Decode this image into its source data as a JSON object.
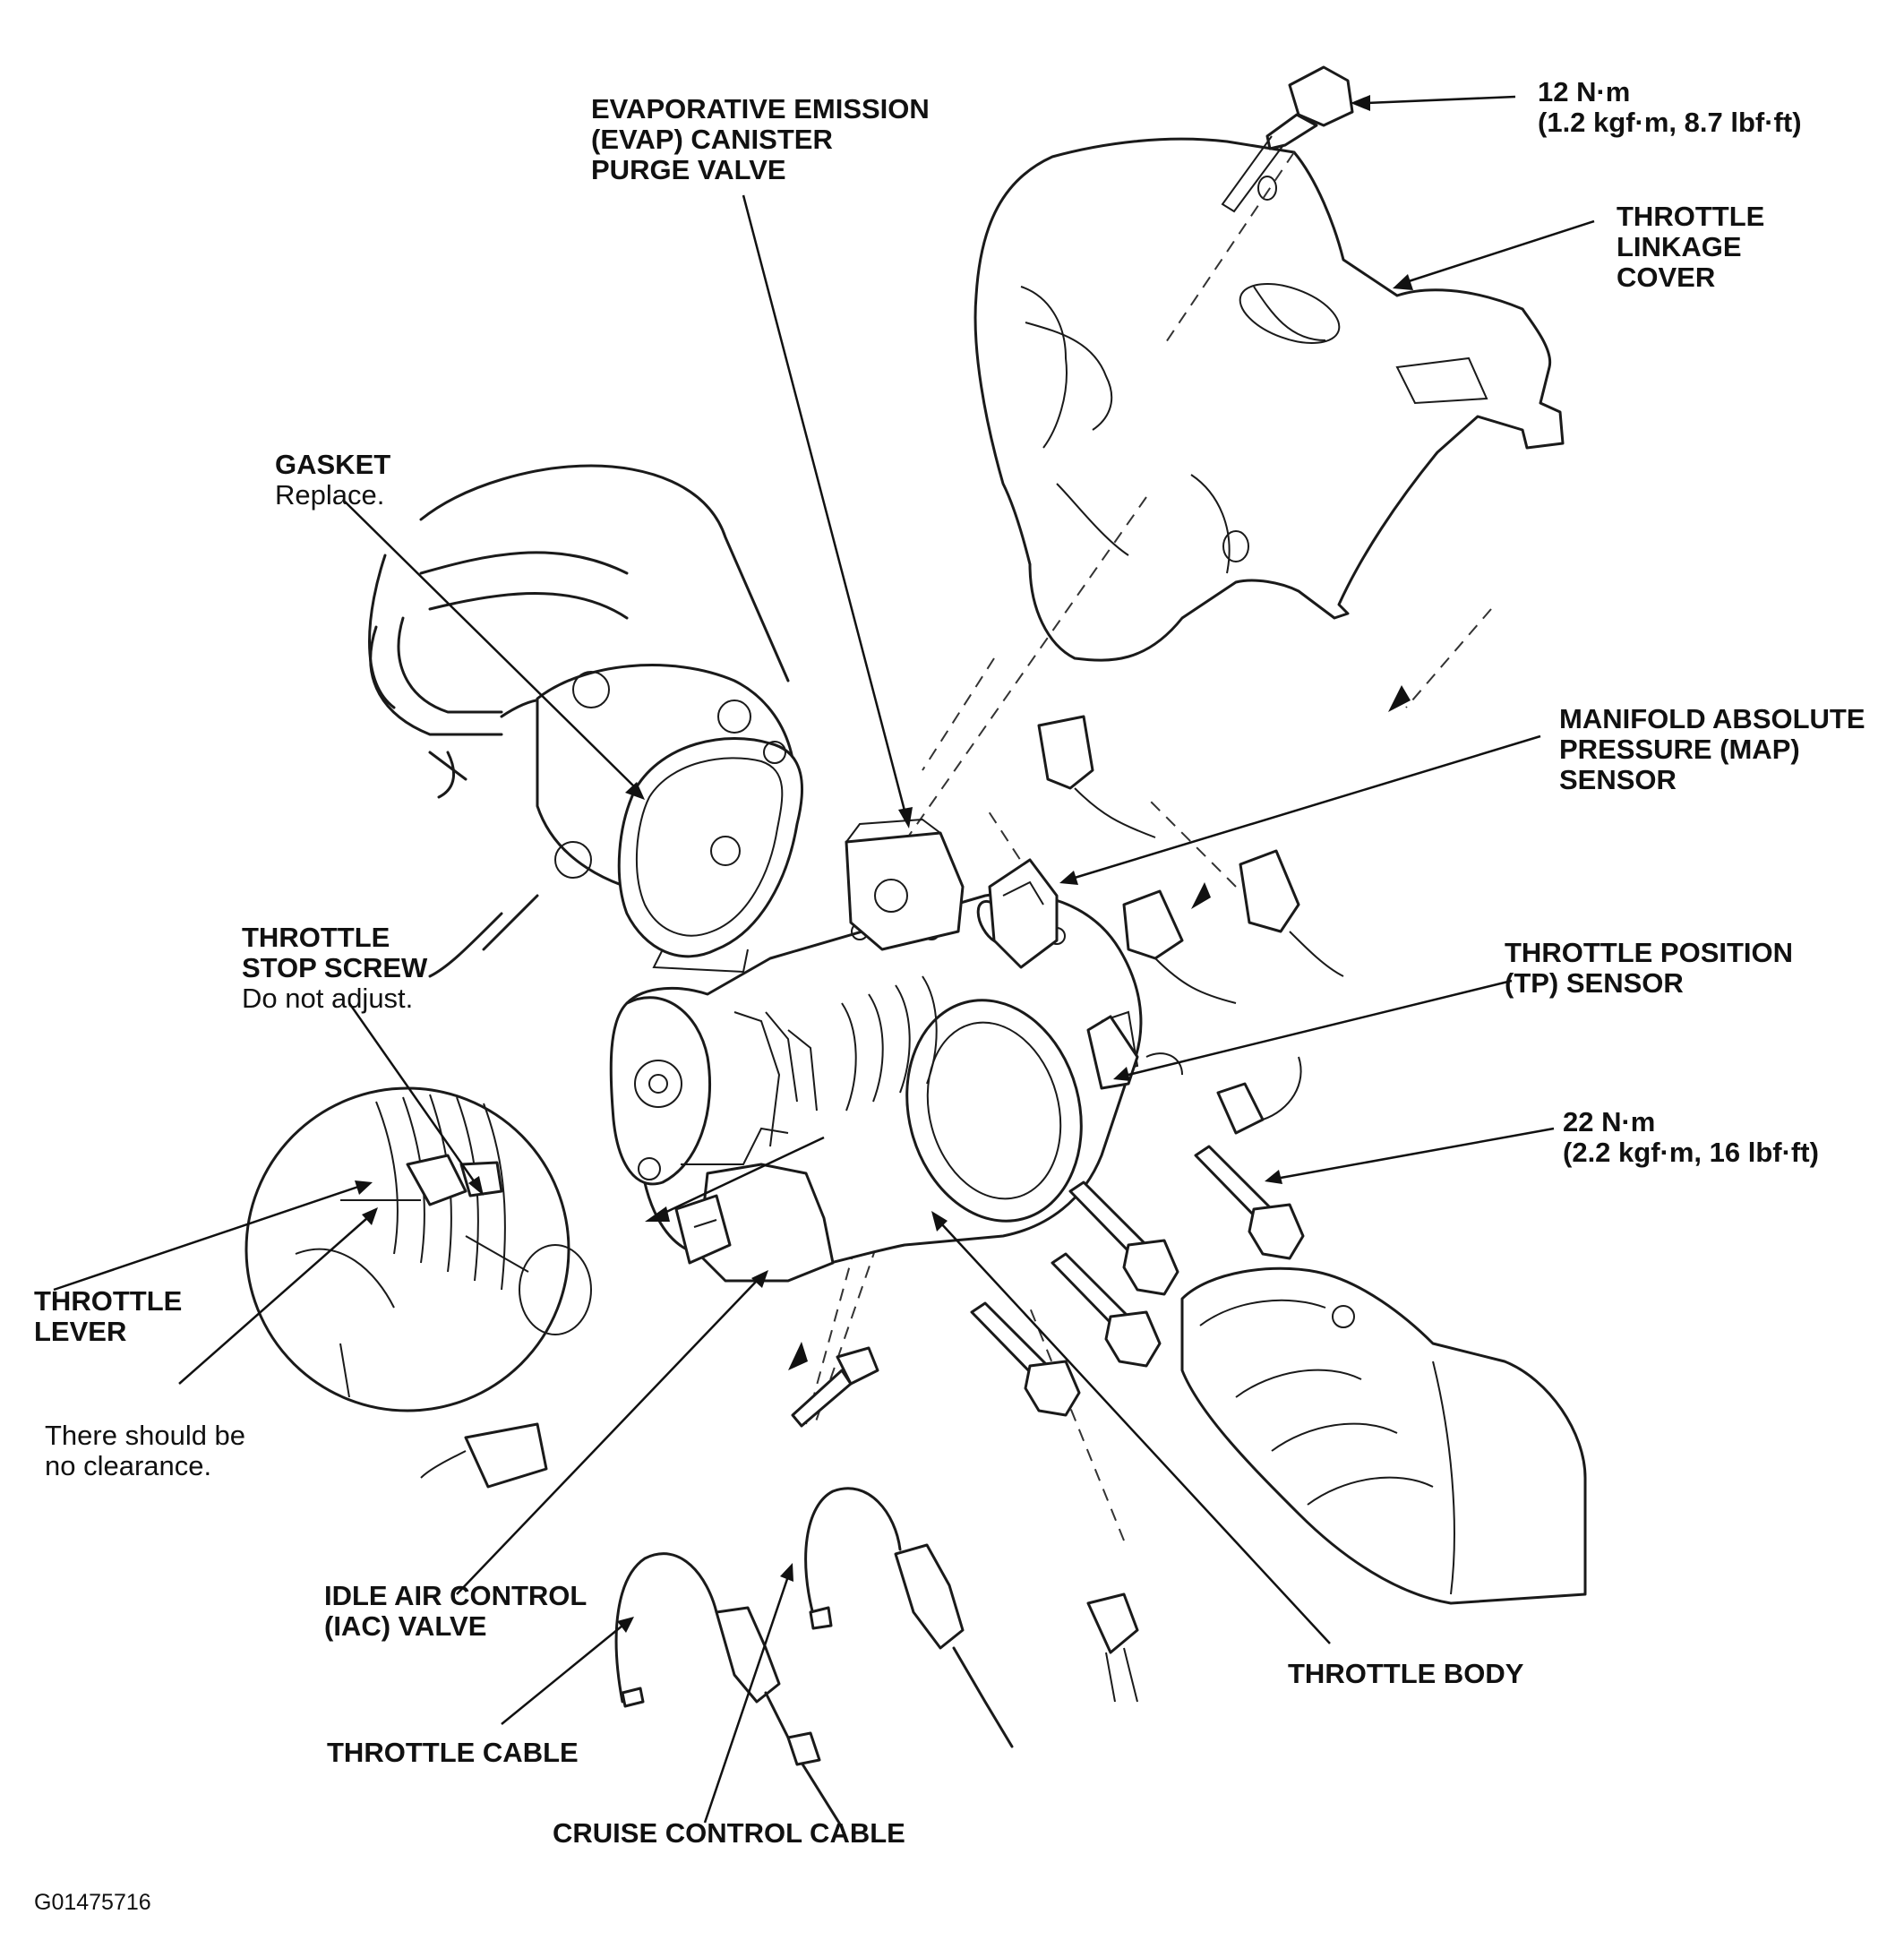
{
  "labels": {
    "evap": [
      "EVAPORATIVE EMISSION",
      "(EVAP) CANISTER",
      "PURGE VALVE"
    ],
    "torque_top": [
      "12 N·m",
      "(1.2 kgf·m, 8.7 lbf·ft)"
    ],
    "linkage_cover": [
      "THROTTLE",
      "LINKAGE",
      "COVER"
    ],
    "gasket": {
      "title": "GASKET",
      "note": "Replace."
    },
    "map_sensor": [
      "MANIFOLD ABSOLUTE",
      "PRESSURE (MAP)",
      "SENSOR"
    ],
    "stop_screw": {
      "title": [
        "THROTTLE",
        "STOP SCREW"
      ],
      "note": "Do not adjust."
    },
    "tp_sensor": [
      "THROTTLE POSITION",
      "(TP) SENSOR"
    ],
    "torque_mid": [
      "22 N·m",
      "(2.2 kgf·m, 16 lbf·ft)"
    ],
    "throttle_lever": [
      "THROTTLE",
      "LEVER"
    ],
    "clearance": [
      "There should be",
      "no clearance."
    ],
    "iac_valve": [
      "IDLE AIR CONTROL",
      "(IAC) VALVE"
    ],
    "throttle_body": "THROTTLE BODY",
    "throttle_cable": "THROTTLE CABLE",
    "cruise_cable": "CRUISE CONTROL CABLE",
    "figure_id": "G01475716"
  }
}
